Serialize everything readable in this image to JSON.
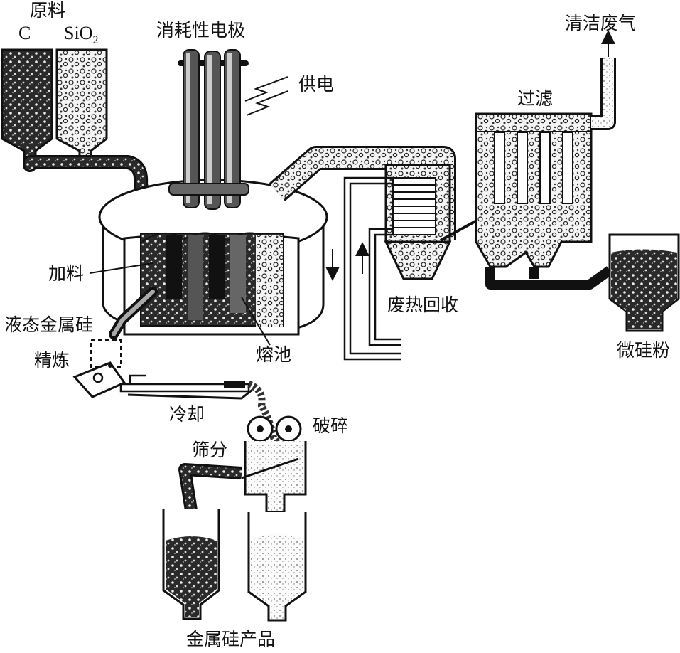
{
  "labels": {
    "raw_materials": "原料",
    "carbon": "C",
    "silica_base": "SiO",
    "silica_sub": "2",
    "consumable_electrode": "消耗性电极",
    "power_supply": "供电",
    "clean_exhaust": "清洁废气",
    "filtration": "过滤",
    "feeding": "加料",
    "liquid_silicon": "液态金属硅",
    "refining": "精炼",
    "molten_pool": "熔池",
    "waste_heat_recovery": "废热回收",
    "micro_silica": "微硅粉",
    "cooling": "冷却",
    "crushing": "破碎",
    "screening": "筛分",
    "silicon_product": "金属硅产品"
  },
  "colors": {
    "ink": "#111111",
    "background": "#ffffff",
    "dark_fill": "#222222",
    "speckle_light": "#f2f2f2"
  }
}
